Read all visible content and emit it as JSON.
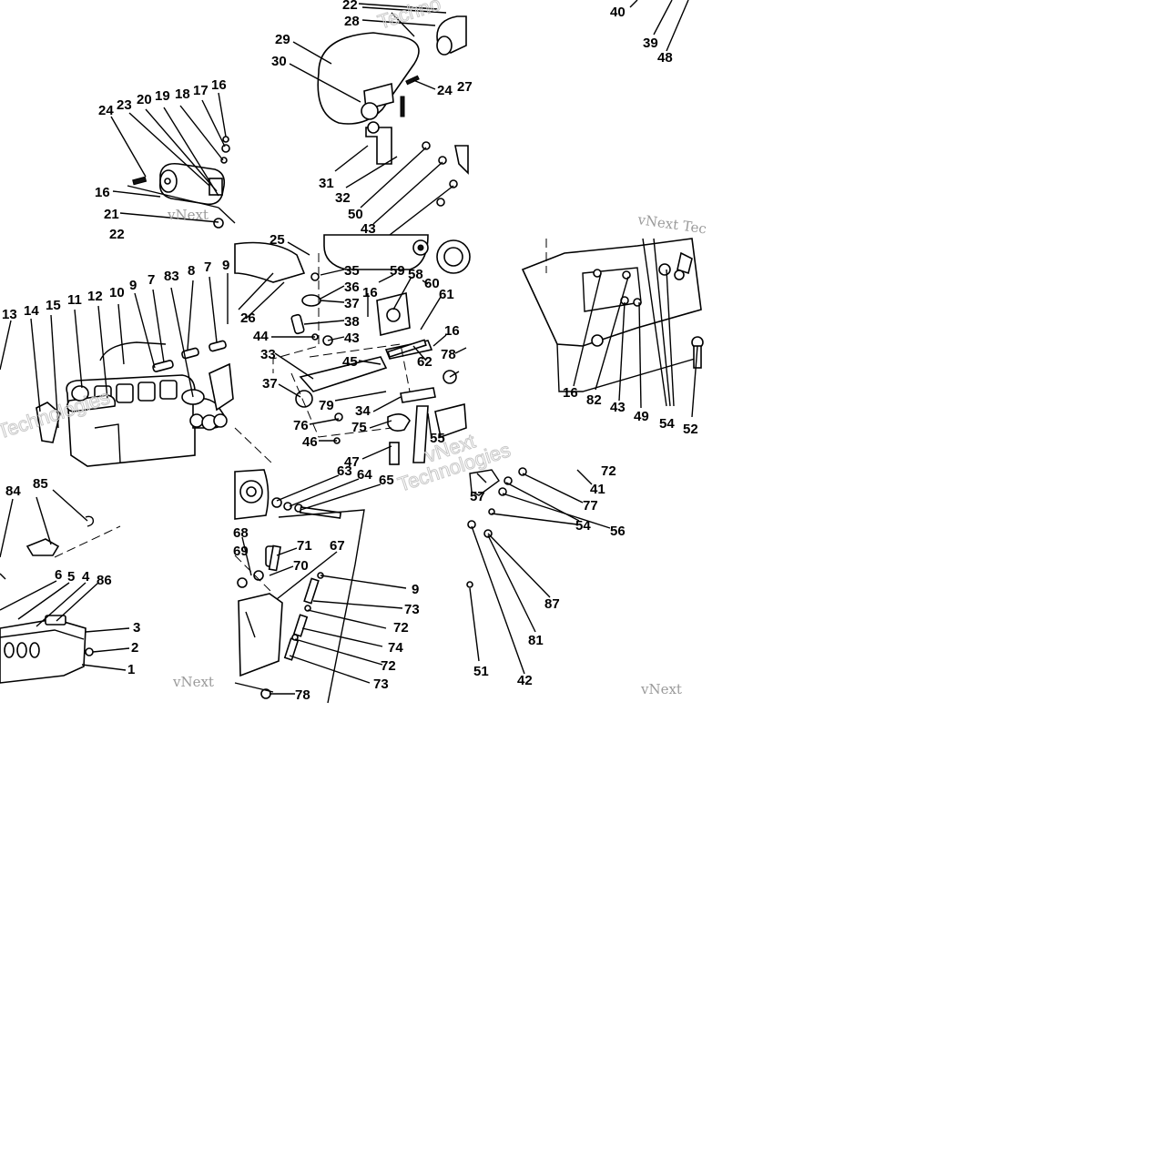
{
  "diagram": {
    "tiles": [
      {
        "id": "tile-top-left",
        "callouts": [
          "24",
          "23",
          "20",
          "19",
          "18",
          "17",
          "16",
          "16",
          "21",
          "22"
        ],
        "watermark": "vNext"
      },
      {
        "id": "tile-top-center",
        "callouts": [
          "22",
          "28",
          "29",
          "30",
          "24",
          "27",
          "31",
          "32",
          "50",
          "43"
        ],
        "watermark": "Techno"
      },
      {
        "id": "tile-top-right",
        "callouts": [
          "40",
          "39",
          "48"
        ]
      },
      {
        "id": "tile-middle-left",
        "callouts": [
          "13",
          "14",
          "15",
          "11",
          "12",
          "10",
          "9",
          "7",
          "83",
          "8",
          "7",
          "9"
        ],
        "watermark": "Technologies"
      },
      {
        "id": "tile-middle-center",
        "callouts": [
          "25",
          "35",
          "36",
          "37",
          "38",
          "43",
          "16",
          "59",
          "58",
          "60",
          "61",
          "26",
          "44",
          "33",
          "37",
          "45",
          "62",
          "16",
          "78",
          "79",
          "34",
          "75",
          "76",
          "46",
          "47",
          "55",
          "52"
        ],
        "watermark": "vNext"
      },
      {
        "id": "tile-middle-right",
        "callouts": [
          "16",
          "82",
          "43",
          "49",
          "54",
          "52"
        ],
        "watermark": "vNext Tec"
      },
      {
        "id": "tile-bottom-left",
        "callouts": [
          "84",
          "85",
          "6",
          "5",
          "4",
          "86",
          "3",
          "2",
          "1"
        ],
        "watermark": "vNext"
      },
      {
        "id": "tile-bottom-center",
        "callouts": [
          "63",
          "64",
          "65",
          "68",
          "69",
          "71",
          "70",
          "67",
          "9",
          "73",
          "72",
          "74",
          "72",
          "73",
          "78"
        ],
        "watermark": "Technologies"
      },
      {
        "id": "tile-bottom-right",
        "callouts": [
          "72",
          "41",
          "57",
          "77",
          "54",
          "56",
          "87",
          "81",
          "51",
          "42"
        ],
        "watermark": "vNext"
      }
    ]
  }
}
